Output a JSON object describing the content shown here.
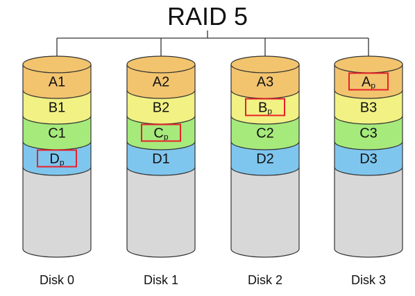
{
  "title": "RAID 5",
  "colors": {
    "stripe_a": "#f2c46e",
    "stripe_b": "#f1f184",
    "stripe_c": "#a6ea7c",
    "stripe_d": "#7fc6ee",
    "empty": "#d8d8d8",
    "parity_box": "#e8202a",
    "outline": "#333333"
  },
  "disks": [
    {
      "label": "Disk 0",
      "blocks": [
        {
          "stripe": "A",
          "base": "A",
          "sub": "",
          "text": "A1",
          "parity": false
        },
        {
          "stripe": "B",
          "base": "B",
          "sub": "",
          "text": "B1",
          "parity": false
        },
        {
          "stripe": "C",
          "base": "C",
          "sub": "",
          "text": "C1",
          "parity": false
        },
        {
          "stripe": "D",
          "base": "D",
          "sub": "p",
          "text": "Dp",
          "parity": true
        }
      ]
    },
    {
      "label": "Disk 1",
      "blocks": [
        {
          "stripe": "A",
          "base": "A",
          "sub": "",
          "text": "A2",
          "parity": false
        },
        {
          "stripe": "B",
          "base": "B",
          "sub": "",
          "text": "B2",
          "parity": false
        },
        {
          "stripe": "C",
          "base": "C",
          "sub": "p",
          "text": "Cp",
          "parity": true
        },
        {
          "stripe": "D",
          "base": "D",
          "sub": "",
          "text": "D1",
          "parity": false
        }
      ]
    },
    {
      "label": "Disk 2",
      "blocks": [
        {
          "stripe": "A",
          "base": "A",
          "sub": "",
          "text": "A3",
          "parity": false
        },
        {
          "stripe": "B",
          "base": "B",
          "sub": "p",
          "text": "Bp",
          "parity": true
        },
        {
          "stripe": "C",
          "base": "C",
          "sub": "",
          "text": "C2",
          "parity": false
        },
        {
          "stripe": "D",
          "base": "D",
          "sub": "",
          "text": "D2",
          "parity": false
        }
      ]
    },
    {
      "label": "Disk 3",
      "blocks": [
        {
          "stripe": "A",
          "base": "A",
          "sub": "p",
          "text": "Ap",
          "parity": true
        },
        {
          "stripe": "B",
          "base": "B",
          "sub": "",
          "text": "B3",
          "parity": false
        },
        {
          "stripe": "C",
          "base": "C",
          "sub": "",
          "text": "C3",
          "parity": false
        },
        {
          "stripe": "D",
          "base": "D",
          "sub": "",
          "text": "D3",
          "parity": false
        }
      ]
    }
  ]
}
